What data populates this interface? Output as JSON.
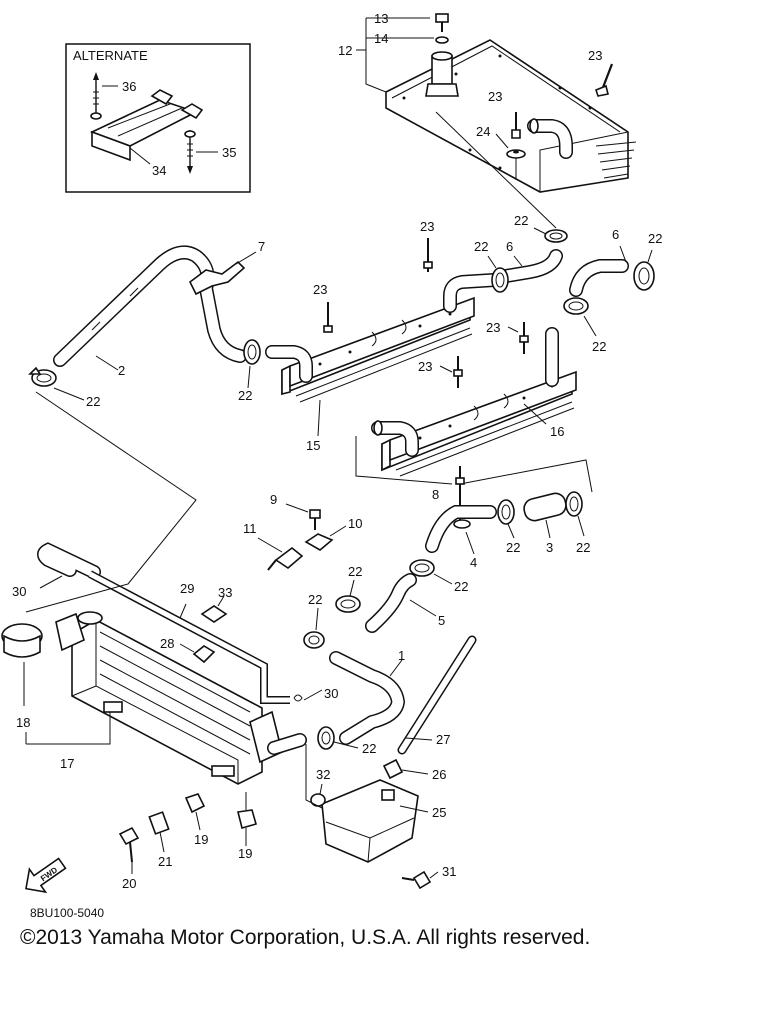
{
  "inset": {
    "title": "ALTERNATE"
  },
  "callouts": {
    "n1": "1",
    "n2": "2",
    "n3": "3",
    "n4": "4",
    "n5": "5",
    "n6": "6",
    "n7": "7",
    "n8": "8",
    "n9": "9",
    "n10": "10",
    "n11": "11",
    "n12": "12",
    "n13": "13",
    "n14": "14",
    "n15": "15",
    "n16": "16",
    "n17": "17",
    "n18": "18",
    "n19": "19",
    "n20": "20",
    "n21": "21",
    "n22": "22",
    "n23": "23",
    "n24": "24",
    "n25": "25",
    "n26": "26",
    "n27": "27",
    "n28": "28",
    "n29": "29",
    "n30": "30",
    "n31": "31",
    "n32": "32",
    "n33": "33",
    "n34": "34",
    "n35": "35",
    "n36": "36",
    "n22_cut": "22"
  },
  "fwd_label": "FWD",
  "footer": {
    "code": "8BU100-5040",
    "copyright": "©2013 Yamaha Motor Corporation, U.S.A. All rights reserved."
  }
}
